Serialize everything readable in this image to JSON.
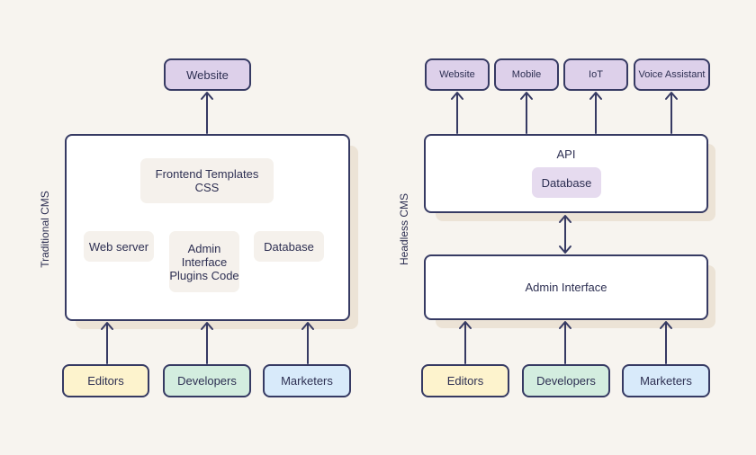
{
  "traditional": {
    "label": "Traditional CMS",
    "output": "Website",
    "modules": {
      "frontend": [
        "Frontend Templates",
        "CSS"
      ],
      "web_server": "Web server",
      "admin": [
        "Admin",
        "Interface",
        "Plugins Code"
      ],
      "database": "Database"
    },
    "users": [
      "Editors",
      "Developers",
      "Marketers"
    ]
  },
  "headless": {
    "label": "Headless CMS",
    "outputs": [
      "Website",
      "Mobile",
      "IoT",
      "Voice Assistant"
    ],
    "api": {
      "title": "API",
      "database": "Database"
    },
    "admin": "Admin Interface",
    "users": [
      "Editors",
      "Developers",
      "Marketers"
    ]
  },
  "colors": {
    "stroke": "#363a63",
    "output_fill": "#ddd0ea",
    "editors_fill": "#fdf3cd",
    "developers_fill": "#d3eddf",
    "marketers_fill": "#d8eafa"
  }
}
